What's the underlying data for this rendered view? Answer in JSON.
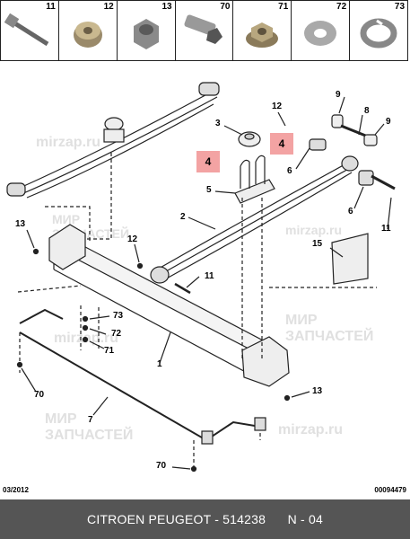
{
  "header": {
    "cells": [
      {
        "num": "11",
        "icon": "bolt-icon"
      },
      {
        "num": "12",
        "icon": "nut-icon"
      },
      {
        "num": "13",
        "icon": "hex-nut-icon"
      },
      {
        "num": "70",
        "icon": "flange-bolt-icon"
      },
      {
        "num": "71",
        "icon": "flange-nut-icon"
      },
      {
        "num": "72",
        "icon": "washer-icon"
      },
      {
        "num": "73",
        "icon": "spring-washer-icon"
      }
    ]
  },
  "diagram": {
    "callouts": {
      "c9a": "9",
      "c8": "8",
      "c9b": "9",
      "c12a": "12",
      "c3": "3",
      "c6a": "6",
      "c5": "5",
      "c2": "2",
      "c6b": "6",
      "c11": "11",
      "c13a": "13",
      "c12b": "12",
      "c15": "15",
      "c11b": "11",
      "c73": "73",
      "c72": "72",
      "c71": "71",
      "c1": "1",
      "c70a": "70",
      "c7": "7",
      "c13b": "13",
      "c70b": "70"
    },
    "highlights": {
      "h1": "4",
      "h2": "4"
    },
    "colors": {
      "highlight": "#f3a3a3",
      "line": "#222222"
    }
  },
  "watermarks": {
    "mirzap": "mirzap.ru",
    "mir": "МИР",
    "zapchastei": "ЗАПЧАСТЕЙ"
  },
  "meta": {
    "date": "03/2012",
    "doc_id": "00094479"
  },
  "footer": {
    "text": "CITROEN PEUGEOT - 514238      N - 04"
  }
}
